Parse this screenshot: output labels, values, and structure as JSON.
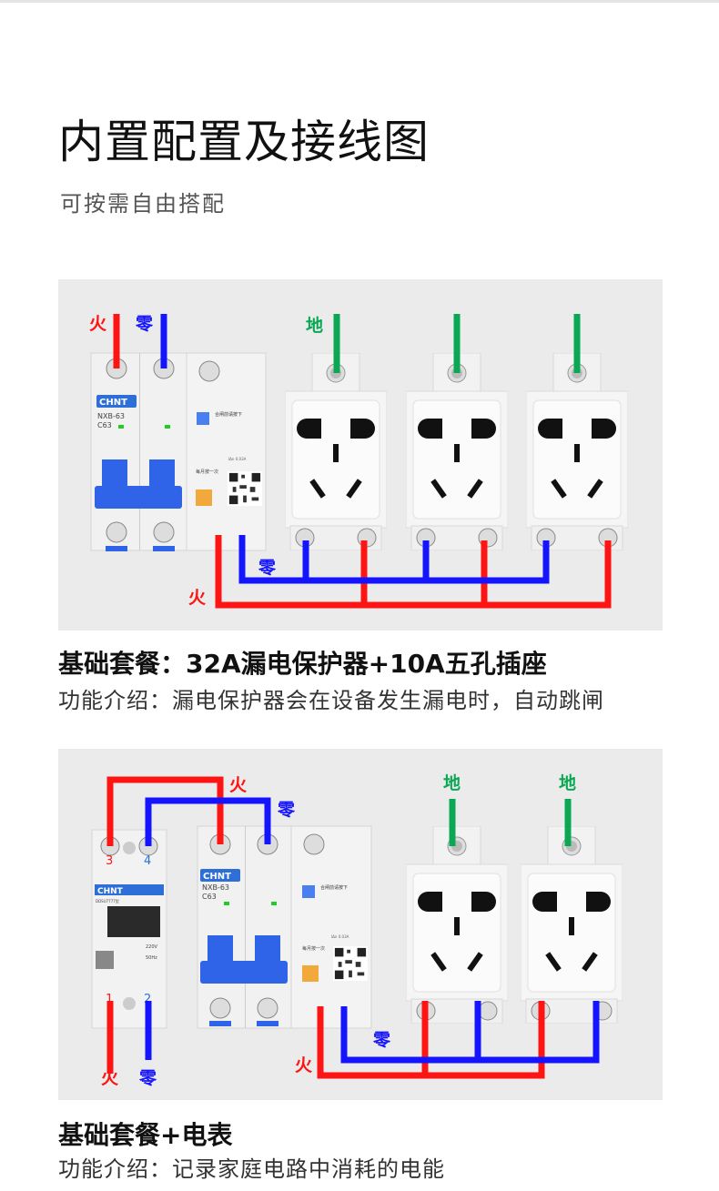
{
  "title": "内置配置及接线图",
  "subtitle": "可按需自由搭配",
  "labels": {
    "live": "火",
    "neutral": "零",
    "ground": "地"
  },
  "colors": {
    "live": "#ff1414",
    "neutral": "#1414ff",
    "ground": "#0aa855",
    "brand": "#2d6fd6",
    "handle": "#2f63e8"
  },
  "device": {
    "brand": "CHNT",
    "breaker_model": "NXB-63",
    "breaker_rating": "C63",
    "rcd_press_text": "合闸前请按下",
    "rcd_test_text": "每月按一次",
    "rcd_spec": "IΔn 0.03A",
    "meter_model": "DDSU7777型",
    "meter_voltage": "220V",
    "meter_freq": "50Hz",
    "terminals": {
      "t1": "1",
      "t2": "2",
      "t3": "3",
      "t4": "4"
    }
  },
  "section1": {
    "caption": "基础套餐：32A漏电保护器+10A五孔插座",
    "description": "功能介绍：漏电保护器会在设备发生漏电时，自动跳闸"
  },
  "section2": {
    "caption": "基础套餐+电表",
    "description": "功能介绍：记录家庭电路中消耗的电能"
  }
}
